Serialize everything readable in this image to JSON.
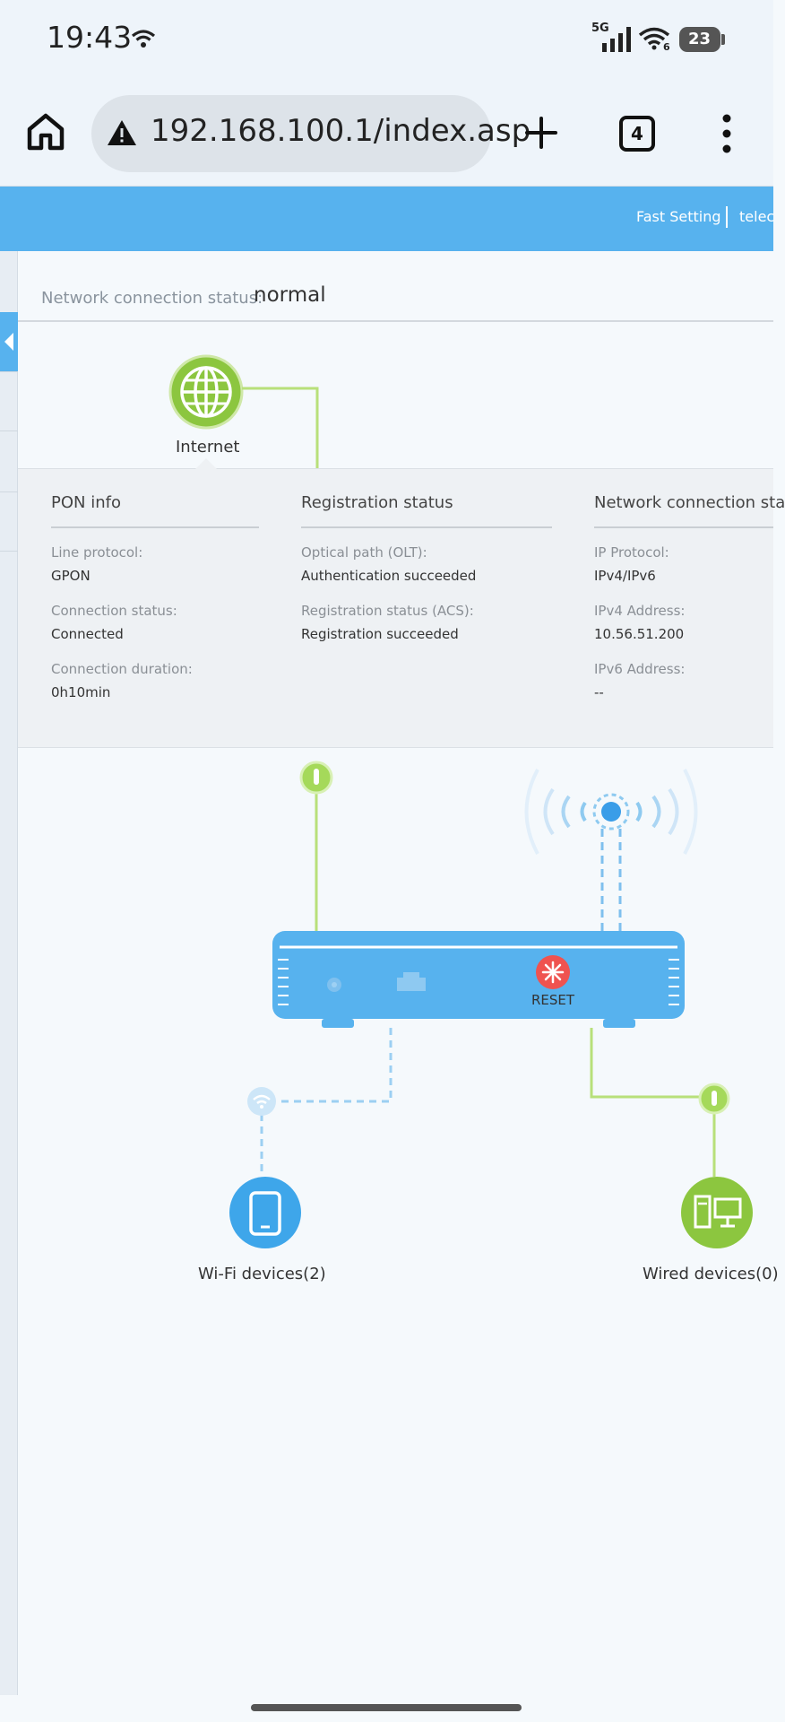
{
  "status_bar": {
    "time": "19:43",
    "network_type": "5G",
    "wifi_sub": "6",
    "battery": "23"
  },
  "browser": {
    "url": "192.168.100.1/index.asp",
    "tab_count": "4"
  },
  "header": {
    "fast_setting": "Fast Setting",
    "account_link": "telec"
  },
  "status": {
    "label": "Network connection status:",
    "value": "normal"
  },
  "topology": {
    "internet_label": "Internet",
    "reset_label": "RESET",
    "wifi_devices_label": "Wi-Fi devices(2)",
    "wired_devices_label": "Wired devices(0)"
  },
  "info_panel": {
    "pon": {
      "title": "PON info",
      "line_protocol_label": "Line protocol:",
      "line_protocol_value": "GPON",
      "connection_status_label": "Connection status:",
      "connection_status_value": "Connected",
      "connection_duration_label": "Connection duration:",
      "connection_duration_value": "0h10min"
    },
    "registration": {
      "title": "Registration status",
      "optical_path_label": "Optical path (OLT):",
      "optical_path_value": "Authentication succeeded",
      "acs_label": "Registration status (ACS):",
      "acs_value": "Registration succeeded"
    },
    "network": {
      "title": "Network connection sta",
      "ip_protocol_label": "IP Protocol:",
      "ip_protocol_value": "IPv4/IPv6",
      "ipv4_label": "IPv4 Address:",
      "ipv4_value": "10.56.51.200",
      "ipv6_label": "IPv6 Address:",
      "ipv6_value": "--"
    }
  },
  "colors": {
    "header_blue": "#57b2ee",
    "green": "#8cc63f",
    "reset_red": "#ef5350"
  }
}
